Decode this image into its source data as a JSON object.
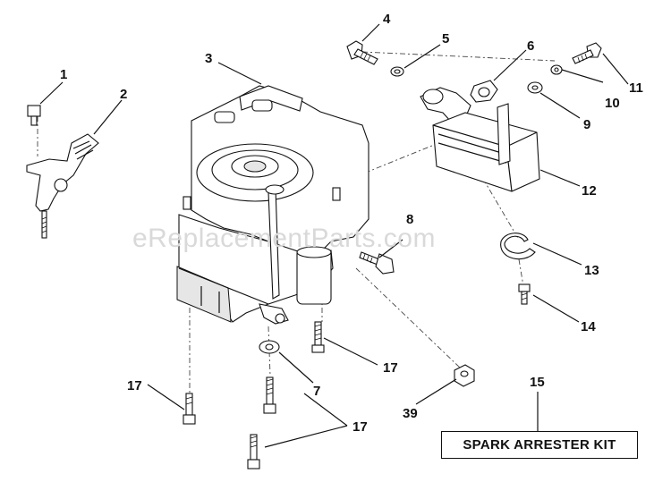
{
  "watermark": "eReplacementParts.com",
  "kit_label": "SPARK ARRESTER KIT",
  "callouts": {
    "c1": "1",
    "c2": "2",
    "c3": "3",
    "c4": "4",
    "c5": "5",
    "c6": "6",
    "c7": "7",
    "c8": "8",
    "c9": "9",
    "c10": "10",
    "c11": "11",
    "c12": "12",
    "c13": "13",
    "c14": "14",
    "c15": "15",
    "c17a": "17",
    "c17b": "17",
    "c17c": "17",
    "c39": "39"
  }
}
